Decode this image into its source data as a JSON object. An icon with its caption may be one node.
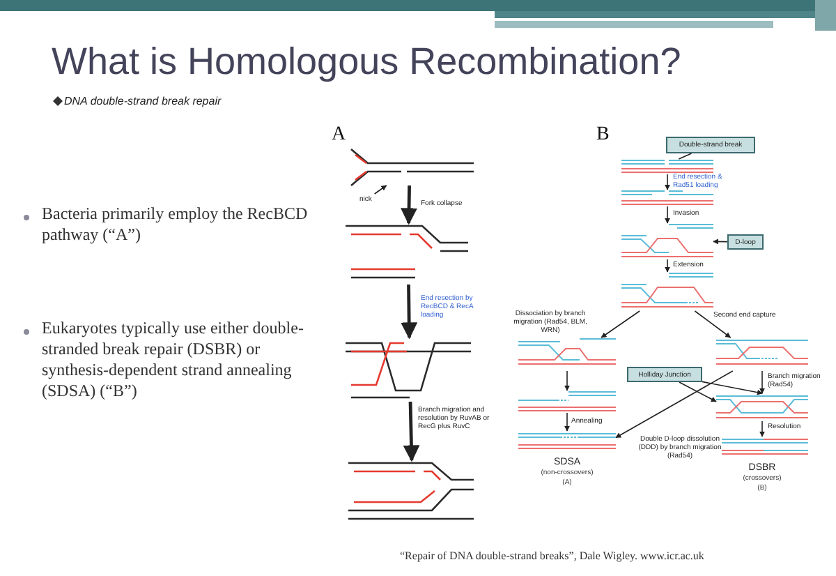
{
  "diagram": {
    "title": "What is Homologous Recombination?",
    "caption": "“Repair of DNA double-strand breaks”, Dale Wigley. www.icr.ac.uk",
    "nodes": [
      {
        "text": [],
        "shape": "picture"
      },
      {
        "text": [
          "nick"
        ]
      },
      {
        "text": [],
        "shape": "picture"
      },
      {
        "text": [],
        "shape": "picture"
      },
      {
        "text": [],
        "shape": "picture"
      },
      {
        "text": [
          "Double-strand break"
        ]
      },
      {
        "text": [],
        "shape": "picture"
      },
      {
        "text": [],
        "shape": "picture"
      },
      {
        "text": [],
        "shape": "picture"
      },
      {
        "text": [
          "D-loop"
        ]
      },
      {
        "text": [],
        "shape": "picture"
      },
      {
        "text": [],
        "shape": "picture"
      },
      {
        "text": [],
        "shape": "picture"
      },
      {
        "text": [],
        "shape": "picture",
        "beside": [
          "SDSA",
          "(non-crossovers)",
          "(A)"
        ]
      },
      {
        "text": [],
        "shape": "picture"
      },
      {
        "text": [],
        "shape": "picture"
      },
      {
        "text": [],
        "shape": "picture",
        "beside": [
          "DSBR",
          "(crossovers)",
          "(B)"
        ]
      },
      {
        "text": [
          "Holliday Junction"
        ]
      }
    ],
    "edges": [
      {
        "from": 0,
        "to": 2,
        "arrow": "to",
        "label": "Fork collapse",
        "style": "thick"
      },
      {
        "from": 1,
        "to": 0,
        "arrow": "to"
      },
      {
        "from": 2,
        "to": 3,
        "arrow": "to",
        "label": "End resection by RecBCD & RecA loading",
        "style": "thick"
      },
      {
        "from": 3,
        "to": 4,
        "arrow": "to",
        "label": "Branch migration and resolution by RuvAB or RecG plus RuvC",
        "style": "thick"
      },
      {
        "from": 5,
        "to": 6,
        "arrow": "none"
      },
      {
        "from": 6,
        "to": 7,
        "arrow": "to",
        "label": "End resection & Rad51 loading"
      },
      {
        "from": 7,
        "to": 8,
        "arrow": "to",
        "label": "Invasion"
      },
      {
        "from": 9,
        "to": 8,
        "arrow": "to"
      },
      {
        "from": 8,
        "to": 10,
        "arrow": "to",
        "label": "Extension"
      },
      {
        "from": 10,
        "to": 11,
        "arrow": "to",
        "label": "Dissociation by branch migration (Rad54, BLM, WRN)"
      },
      {
        "from": 10,
        "to": 14,
        "arrow": "to",
        "label": "Second end capture"
      },
      {
        "from": 11,
        "to": 12,
        "arrow": "to"
      },
      {
        "from": 12,
        "to": 13,
        "arrow": "to",
        "label": "Annealing"
      },
      {
        "from": 14,
        "to": 15,
        "arrow": "to",
        "label": "Branch migration (Rad54)"
      },
      {
        "from": 15,
        "to": 16,
        "arrow": "to",
        "label": "Resolution"
      },
      {
        "from": 14,
        "to": 13,
        "arrow": "to",
        "label": "Double D-loop dissolution (DDD) by branch migration (Rad54)"
      },
      {
        "from": 17,
        "to": 15,
        "arrow": "to"
      },
      {
        "from": 17,
        "to": 15,
        "arrow": "to"
      }
    ],
    "labels": [
      "DNA double-strand break repair",
      "A",
      "B",
      "Bacteria primarily employ the RecBCD pathway (“A”)",
      "Eukaryotes typically use either double-stranded break repair (DSBR) or synthesis-dependent strand annealing (SDSA) (“B”)"
    ]
  }
}
